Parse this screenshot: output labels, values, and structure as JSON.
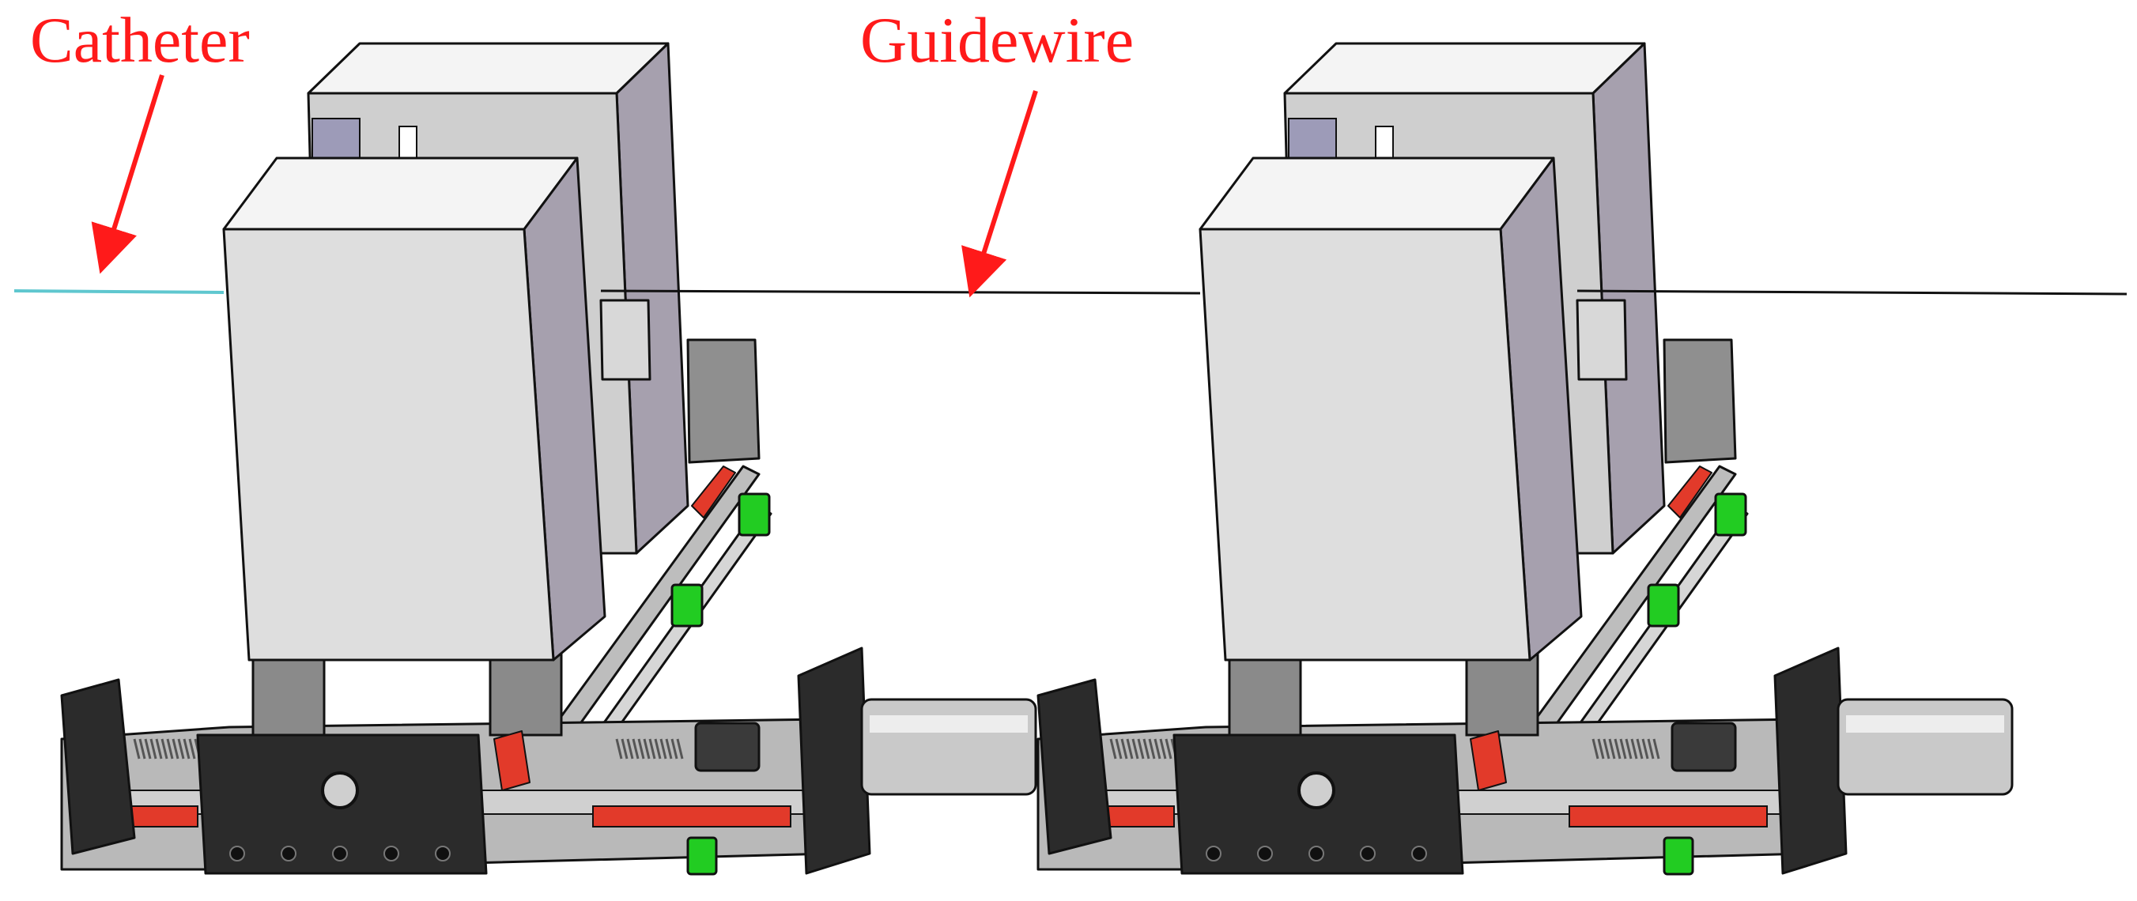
{
  "labels": {
    "catheter": "Catheter",
    "guidewire": "Guidewire"
  },
  "colors": {
    "label": "#ff1a1a",
    "catheter_line": "#5fc7cf",
    "guidewire_line": "#111111",
    "housing_front": "#dedede",
    "housing_side": "#a6a0ae",
    "housing_top": "#f4f4f4",
    "base_plate": "#2b2b2b",
    "rail": "#9a9a9a",
    "slide_strip": "#e23a2a",
    "knob": "#22cc22",
    "motor": "#c9c9c9",
    "outline": "#111111"
  },
  "units": [
    {
      "name": "catheter-unit"
    },
    {
      "name": "guidewire-unit"
    }
  ]
}
